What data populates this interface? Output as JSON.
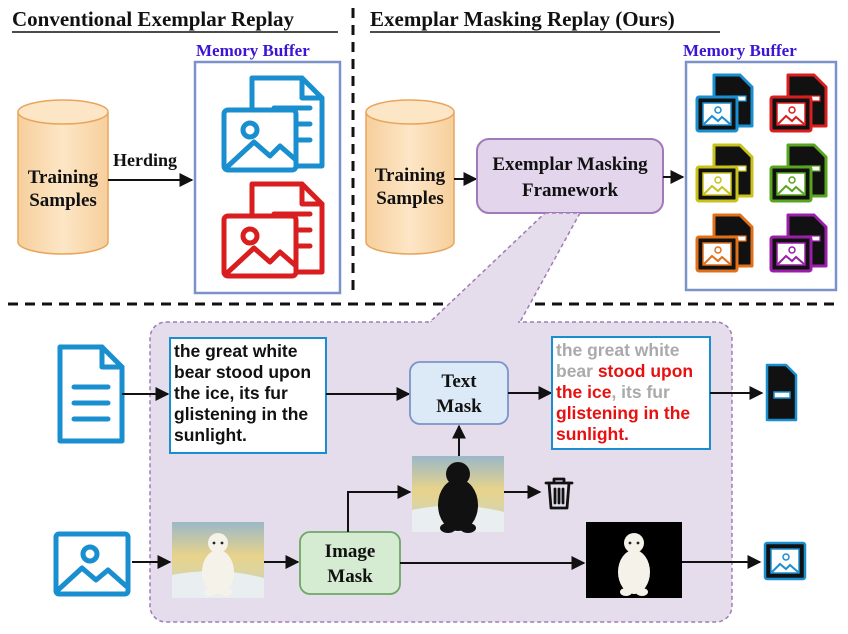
{
  "left_panel": {
    "title": "Conventional Exemplar Replay",
    "cylinder_label": [
      "Training",
      "Samples"
    ],
    "arrow_label": "Herding",
    "buffer_label": "Memory Buffer"
  },
  "right_panel": {
    "title": "Exemplar Masking Replay (Ours)",
    "cylinder_label": [
      "Training",
      "Samples"
    ],
    "framework_label": [
      "Exemplar Masking",
      "Framework"
    ],
    "buffer_label": "Memory Buffer",
    "buffer_colors": [
      "#1a8fd0",
      "#d81e1e",
      "#c9c21a",
      "#58a620",
      "#e0701a",
      "#9a1fa8"
    ]
  },
  "detail": {
    "input_text": [
      "the great white",
      "bear stood upon",
      "the ice, its fur",
      "glistening in the",
      "sunlight."
    ],
    "text_mask_label": [
      "Text",
      "Mask"
    ],
    "image_mask_label": [
      "Image",
      "Mask"
    ],
    "masked_text": [
      [
        {
          "t": "the great white",
          "c": "#aaaaaa"
        }
      ],
      [
        {
          "t": "bear ",
          "c": "#aaaaaa"
        },
        {
          "t": "stood upon",
          "c": "#e81010"
        }
      ],
      [
        {
          "t": "the ice",
          "c": "#e81010"
        },
        {
          "t": ", its fur",
          "c": "#aaaaaa"
        }
      ],
      [
        {
          "t": "glistening in the",
          "c": "#e81010"
        }
      ],
      [
        {
          "t": "sunlight.",
          "c": "#e81010"
        }
      ]
    ]
  },
  "colors": {
    "doc_blue": "#1a8fd0",
    "doc_red": "#d81e1e",
    "cylinder_fill": "#fbe0bd",
    "cylinder_stroke": "#e8a55b",
    "buffer_border": "#7b93c9",
    "framework_fill": "#e3d6ec",
    "framework_stroke": "#a07bb8",
    "panel_fill": "#e6ddec",
    "text_mask_fill": "#dce9f7",
    "image_mask_fill": "#d6ecd2"
  }
}
